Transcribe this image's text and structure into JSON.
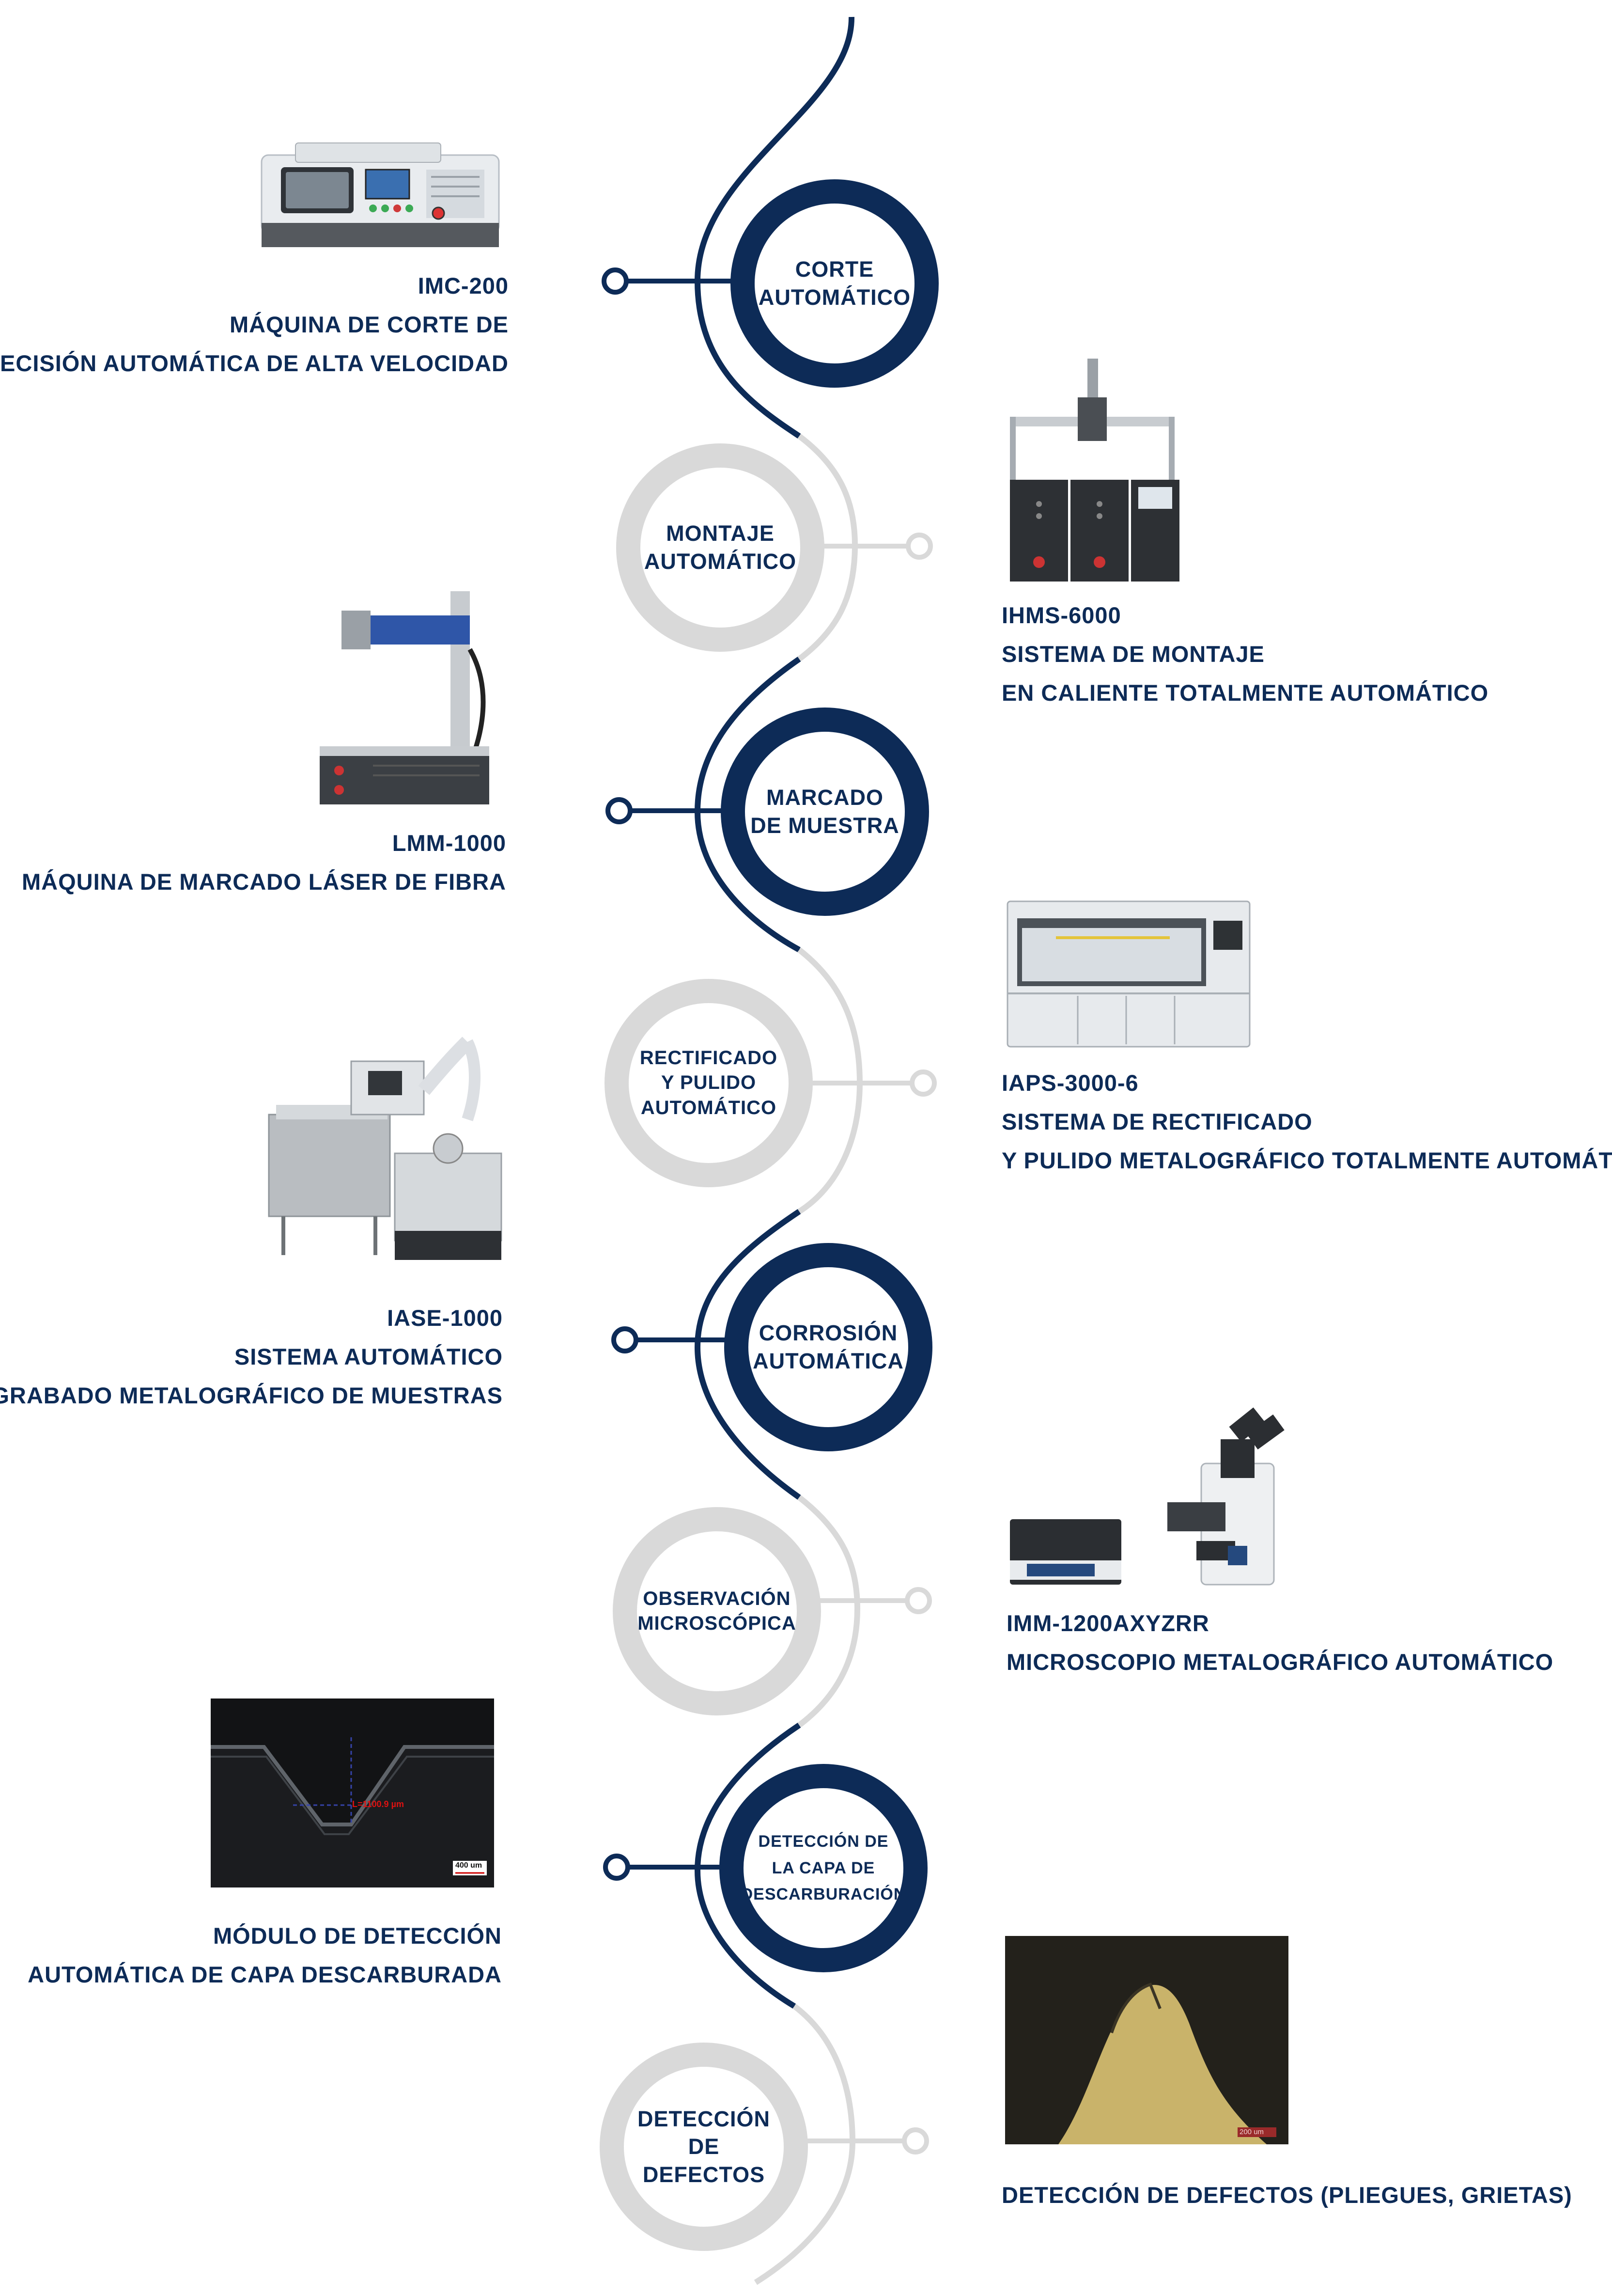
{
  "stages": [
    {
      "label": "CORTE\nAUTOMÁTICO"
    },
    {
      "label": "MONTAJE\nAUTOMÁTICO"
    },
    {
      "label": "MARCADO\nDE MUESTRA"
    },
    {
      "label": "RECTIFICADO\nY PULIDO\nAUTOMÁTICO"
    },
    {
      "label": "CORROSIÓN\nAUTOMÁTICA"
    },
    {
      "label": "OBSERVACIÓN\nMICROSCÓPICA"
    },
    {
      "label": "DETECCIÓN DE\nLA CAPA DE\nDESCARBURACIÓN"
    },
    {
      "label": "DETECCIÓN\nDE DEFECTOS"
    }
  ],
  "products": [
    {
      "lines": [
        "IMC-200",
        "MÁQUINA DE CORTE DE",
        "PRECISIÓN AUTOMÁTICA DE ALTA VELOCIDAD"
      ]
    },
    {
      "lines": [
        "IHMS-6000",
        "SISTEMA DE MONTAJE",
        "EN CALIENTE TOTALMENTE AUTOMÁTICO"
      ]
    },
    {
      "lines": [
        "LMM-1000",
        "MÁQUINA DE MARCADO LÁSER DE FIBRA"
      ]
    },
    {
      "lines": [
        "IAPS-3000-6",
        "SISTEMA DE RECTIFICADO",
        "Y PULIDO METALOGRÁFICO TOTALMENTE AUTOMÁTICO"
      ]
    },
    {
      "lines": [
        "IASE-1000",
        "SISTEMA AUTOMÁTICO",
        "DE GRABADO METALOGRÁFICO DE MUESTRAS"
      ]
    },
    {
      "lines": [
        "IMM-1200AXYZRR",
        "MICROSCOPIO METALOGRÁFICO AUTOMÁTICO"
      ]
    },
    {
      "lines": [
        "MÓDULO DE DETECCIÓN",
        "AUTOMÁTICA DE CAPA DESCARBURADA"
      ]
    },
    {
      "lines": [
        "DETECCIÓN DE DEFECTOS (PLIEGUES, GRIETAS)"
      ]
    }
  ],
  "micrographs": {
    "decarb_measure": "L=1100.9 µm",
    "decarb_scale": "400 um",
    "defect_scale": "200 um"
  },
  "colors": {
    "navy": "#0d2b57",
    "gray": "#d9d9d9",
    "dark_image": "#1d1f22",
    "gold": "#c9b36a"
  }
}
